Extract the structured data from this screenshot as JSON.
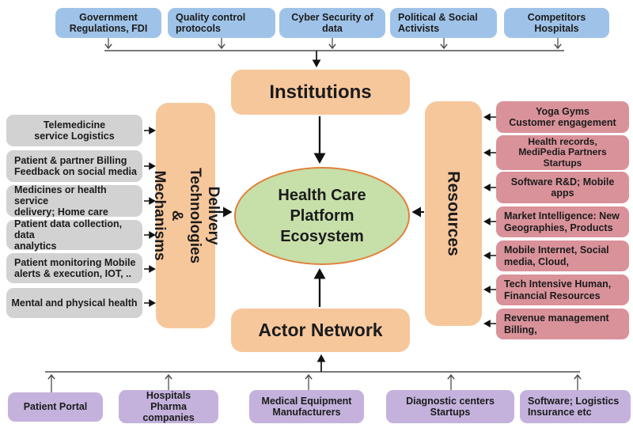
{
  "diagram": {
    "center_label": "Health Care\nPlatform\nEcosystem",
    "institutions_label": "Institutions",
    "actor_network_label": "Actor Network",
    "left_bar_label": "Delivery Technologies\n& Mechanisms",
    "right_bar_label": "Resources",
    "top_row": [
      "Government\nRegulations, FDI",
      "Quality control\nprotocols",
      "Cyber Security of\ndata",
      "Political & Social\nActivists",
      "Competitors\nHospitals"
    ],
    "left_column": [
      "Telemedicine\nservice Logistics",
      "Patient & partner Billing\nFeedback on social media",
      "Medicines or health service\ndelivery; Home care",
      "Patient data collection, data\nanalytics",
      "Patient monitoring Mobile\nalerts & execution, IOT, ..",
      "Mental and physical health"
    ],
    "right_column": [
      "Yoga Gyms\nCustomer engagement",
      "Health records,\nMediPedia Partners\nStartups",
      "Software R&D; Mobile apps",
      "Market Intelligence: New\nGeographies, Products",
      "Mobile Internet, Social\nmedia, Cloud,",
      "Tech Intensive Human,\nFinancial Resources",
      "Revenue management\nBilling,"
    ],
    "bottom_row": [
      "Patient Portal",
      "Hospitals\nPharma companies",
      "Medical Equipment\nManufacturers",
      "Diagnostic centers\nStartups",
      "Software; Logistics\nInsurance etc"
    ],
    "colors": {
      "top_box": "#9FC3E8",
      "orange_box": "#F7C79C",
      "center_fill": "#C7DFA9",
      "center_border": "#E0813B",
      "left_box": "#D2D2D2",
      "right_box": "#D9929A",
      "bottom_box": "#C4B2DC",
      "text": "#1b1b1b",
      "line_thin": "#4d4d4d",
      "line_bold": "#111111"
    }
  }
}
